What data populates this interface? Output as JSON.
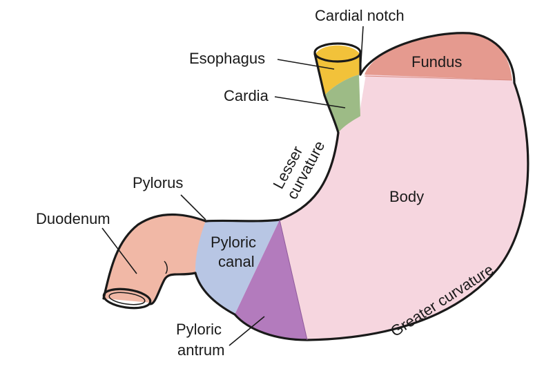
{
  "diagram": {
    "labels": {
      "cardial_notch": "Cardial notch",
      "esophagus": "Esophagus",
      "fundus": "Fundus",
      "cardia": "Cardia",
      "lesser_curvature_line1": "Lesser",
      "lesser_curvature_line2": "curvature",
      "body": "Body",
      "pylorus": "Pylorus",
      "duodenum": "Duodenum",
      "pyloric_canal_line1": "Pyloric",
      "pyloric_canal_line2": "canal",
      "pyloric_antrum_line1": "Pyloric",
      "pyloric_antrum_line2": "antrum",
      "greater_curvature": "Greater curvature"
    },
    "colors": {
      "esophagus": "#f2c23a",
      "cardia": "#9dbb86",
      "fundus": "#e59a8f",
      "body": "#f6d6df",
      "pyloric_canal": "#b8c6e4",
      "pyloric_antrum": "#b37bbd",
      "duodenum": "#f1b8a6",
      "outline": "#1a1a1a"
    }
  }
}
